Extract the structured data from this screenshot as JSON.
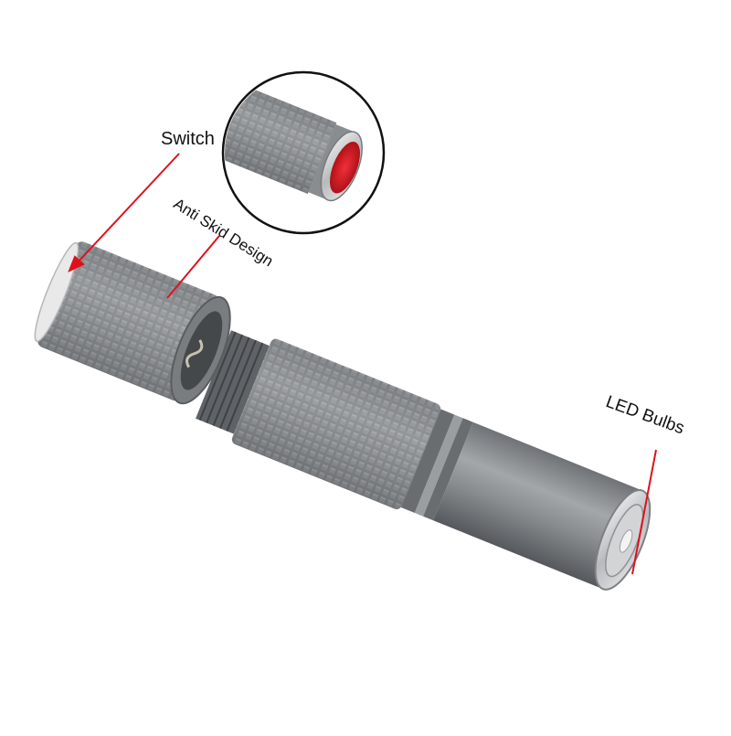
{
  "annotations": {
    "switch": "Switch",
    "anti_skid": "Anti Skid Design",
    "led_bulbs": "LED Bulbs"
  },
  "colors": {
    "body_gray": "#8a8d90",
    "knurl_dark": "#5e6165",
    "leader_red": "#e0101a",
    "tailcap_red": "#d8202a",
    "chrome": "#d9dadc"
  },
  "icons": {
    "detail": "magnified-tailcap-switch",
    "product": "flashlight"
  }
}
